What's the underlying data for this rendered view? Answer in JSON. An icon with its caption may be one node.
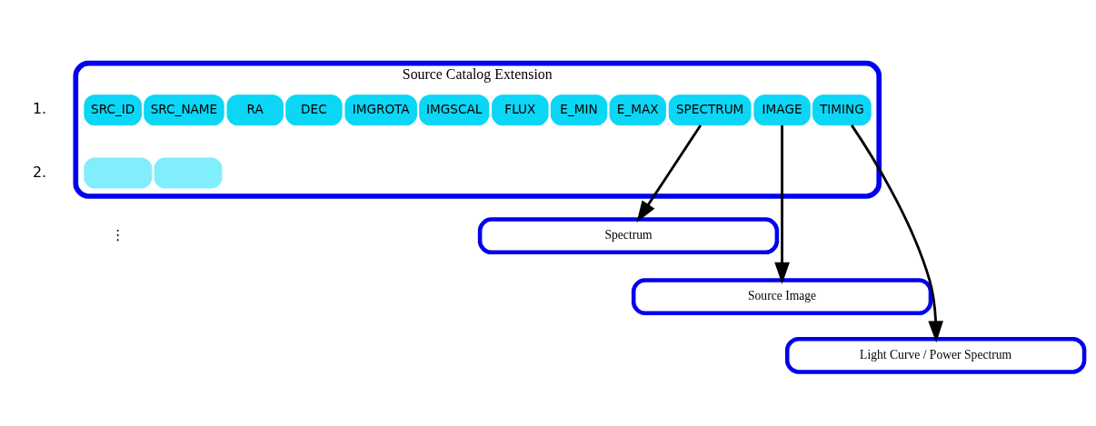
{
  "diagram": {
    "nodes": [
      {
        "text": [
          "Source Catalog Extension"
        ]
      },
      {
        "text": [
          "SRC_ID"
        ],
        "in": 0
      },
      {
        "text": [
          "SRC_NAME"
        ],
        "in": 0
      },
      {
        "text": [
          "RA"
        ],
        "in": 0
      },
      {
        "text": [
          "DEC"
        ],
        "in": 0
      },
      {
        "text": [
          "IMGROTA"
        ],
        "in": 0
      },
      {
        "text": [
          "IMGSCAL"
        ],
        "in": 0
      },
      {
        "text": [
          "FLUX"
        ],
        "in": 0
      },
      {
        "text": [
          "E_MIN"
        ],
        "in": 0
      },
      {
        "text": [
          "E_MAX"
        ],
        "in": 0
      },
      {
        "text": [
          "SPECTRUM"
        ],
        "in": 0
      },
      {
        "text": [
          "IMAGE"
        ],
        "in": 0
      },
      {
        "text": [
          "TIMING"
        ],
        "in": 0
      },
      {
        "text": [],
        "shape": "box",
        "in": 0
      },
      {
        "text": [],
        "shape": "box",
        "in": 0
      },
      {
        "text": [
          "Spectrum"
        ]
      },
      {
        "text": [
          "Source Image"
        ]
      },
      {
        "text": [
          "Light Curve / Power Spectrum"
        ]
      }
    ],
    "edges": [
      {
        "from": 10,
        "to": 15,
        "arrow": "to"
      },
      {
        "from": 11,
        "to": 16,
        "arrow": "to"
      },
      {
        "from": 12,
        "to": 17,
        "arrow": "to"
      }
    ],
    "labels": [
      "1.",
      "2.",
      "⋮"
    ]
  }
}
